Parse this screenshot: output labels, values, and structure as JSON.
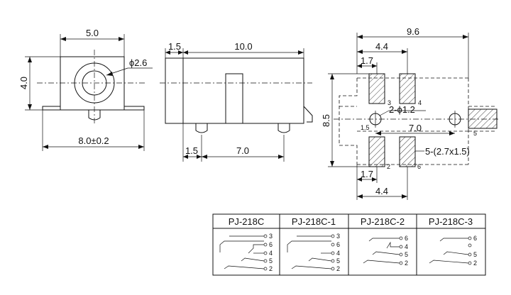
{
  "front_view": {
    "width_top": "5.0",
    "height": "4.0",
    "hole_dia": "ϕ2.6",
    "width_bottom": "8.0±0.2"
  },
  "side_view": {
    "offset_top": "1.5",
    "length": "10.0",
    "offset_bottom": "1.5",
    "pin_spacing": "7.0"
  },
  "pcb_layout": {
    "overall_width": "9.6",
    "top_pad_offset": "4.4",
    "top_pad_edge": "1.7",
    "height": "8.5",
    "hole_label": "2-ϕ1.2",
    "center_offset": "1.5",
    "hole_spacing": "7.0",
    "pad_label": "5-(2.7x1.5)",
    "bottom_pad_edge": "1.7",
    "bottom_pad_offset": "4.4",
    "pin_numbers": [
      "3",
      "4",
      "5",
      "2",
      "6"
    ]
  },
  "variant_table": {
    "headers": [
      "PJ-218C",
      "PJ-218C-1",
      "PJ-218C-2",
      "PJ-218C-3"
    ],
    "pins": [
      [
        "3",
        "6",
        "4",
        "5",
        "2"
      ],
      [
        "3",
        "6",
        "4",
        "5",
        "2"
      ],
      [
        "6",
        "4",
        "5",
        "2"
      ],
      [
        "6",
        "5",
        "2"
      ]
    ]
  }
}
